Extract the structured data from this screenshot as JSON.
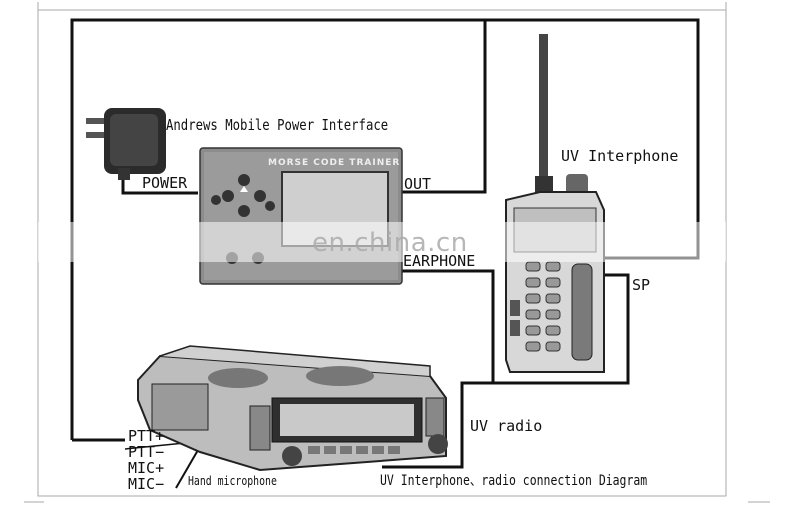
{
  "labels": {
    "power_supply": "Andrews Mobile Power Interface",
    "power": "POWER",
    "out": "OUT",
    "earphone": "EARPHONE",
    "trainer_title": "MORSE CODE TRAINER",
    "uv_interphone": "UV Interphone",
    "sp": "SP",
    "uv_radio": "UV radio",
    "ptt_plus": "PTT+",
    "ptt_minus": "PTT−",
    "mic_plus": "MIC+",
    "mic_minus": "MIC−",
    "hand_microphone": "Hand microphone",
    "caption": "UV Interphone、radio connection Diagram"
  },
  "watermark": "en.china.cn"
}
